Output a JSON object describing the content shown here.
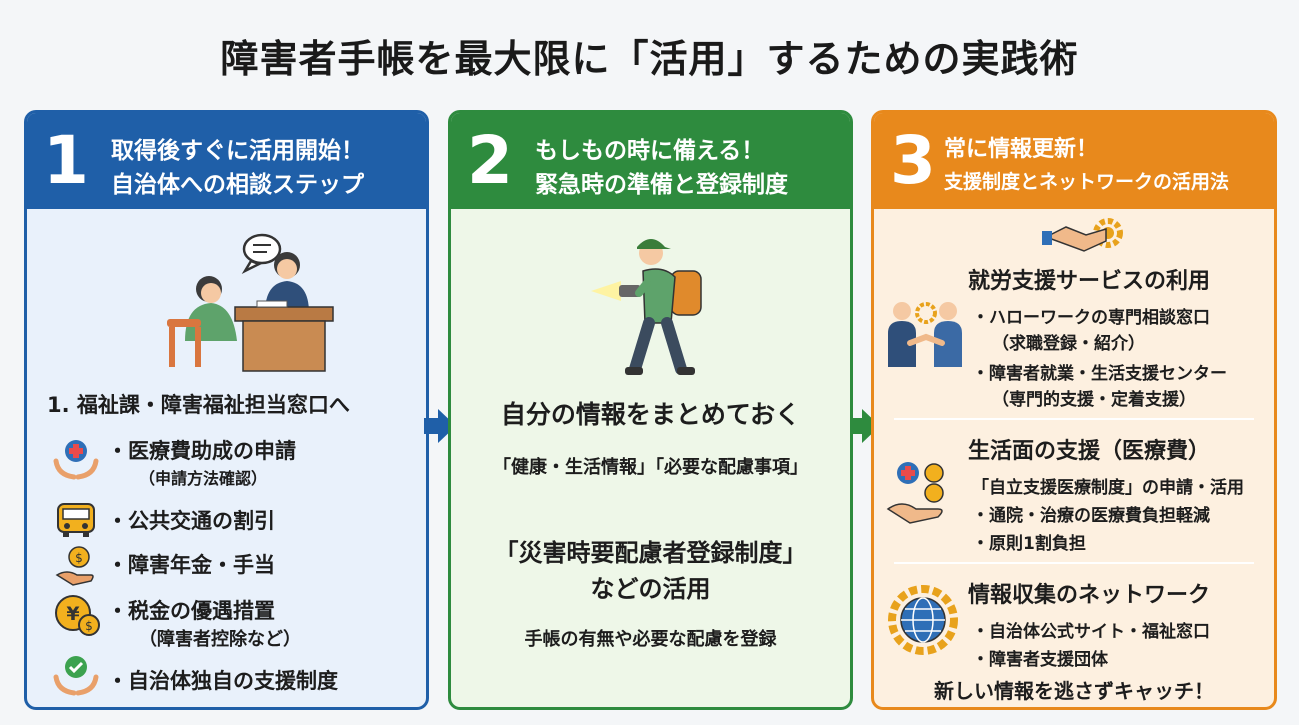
{
  "title": "障害者手帳を最大限に「活用」するための実践術",
  "panels": [
    {
      "number": "1",
      "title_line1": "取得後すぐに活用開始！",
      "title_line2": "自治体への相談ステップ",
      "section_heading": "1. 福祉課・障害福祉担当窓口へ",
      "items": [
        {
          "icon": "medical-hands-icon",
          "text": "・医療費助成の申請",
          "sub": "（申請方法確認）"
        },
        {
          "icon": "bus-icon",
          "text": "・公共交通の割引",
          "sub": ""
        },
        {
          "icon": "coin-hand-icon",
          "text": "・障害年金・手当",
          "sub": ""
        },
        {
          "icon": "yen-coin-icon",
          "text": "・税金の優遇措置",
          "sub": "（障害者控除など）"
        },
        {
          "icon": "check-hands-icon",
          "text": "・自治体独自の支援制度",
          "sub": ""
        }
      ],
      "colors": {
        "accent": "#1f5fa8",
        "bg": "#e9f1fb"
      }
    },
    {
      "number": "2",
      "title_line1": "もしもの時に備える！",
      "title_line2": "緊急時の準備と登録制度",
      "heading1": "自分の情報をまとめておく",
      "line1": "「健康・生活情報」「必要な配慮事項」",
      "heading2_line1": "「災害時要配慮者登録制度」",
      "heading2_line2": "などの活用",
      "line2": "手帳の有無や必要な配慮を登録",
      "colors": {
        "accent": "#2e8b3e",
        "bg": "#eef7e8"
      }
    },
    {
      "number": "3",
      "title_line1": "常に情報更新！",
      "title_line2": "支援制度とネットワークの活用法",
      "sections": [
        {
          "icon": "handshake-gear-icon",
          "heading": "就労支援サービスの利用",
          "lines": [
            "・ハローワークの専門相談窓口",
            "（求職登録・紹介）",
            "・障害者就業・生活支援センター",
            "（専門的支援・定着支援）"
          ]
        },
        {
          "icon": "medical-coin-hand-icon",
          "heading": "生活面の支援（医療費）",
          "lines": [
            "「自立支援医療制度」の申請・活用",
            "・通院・治療の医療費負担軽減",
            "・原則1割負担"
          ]
        },
        {
          "icon": "globe-gear-icon",
          "heading": "情報収集のネットワーク",
          "lines": [
            "・自治体公式サイト・福祉窓口",
            "・障害者支援団体"
          ]
        }
      ],
      "footer": "新しい情報を逃さずキャッチ！",
      "colors": {
        "accent": "#e8891c",
        "bg": "#fdf0e0"
      }
    }
  ]
}
